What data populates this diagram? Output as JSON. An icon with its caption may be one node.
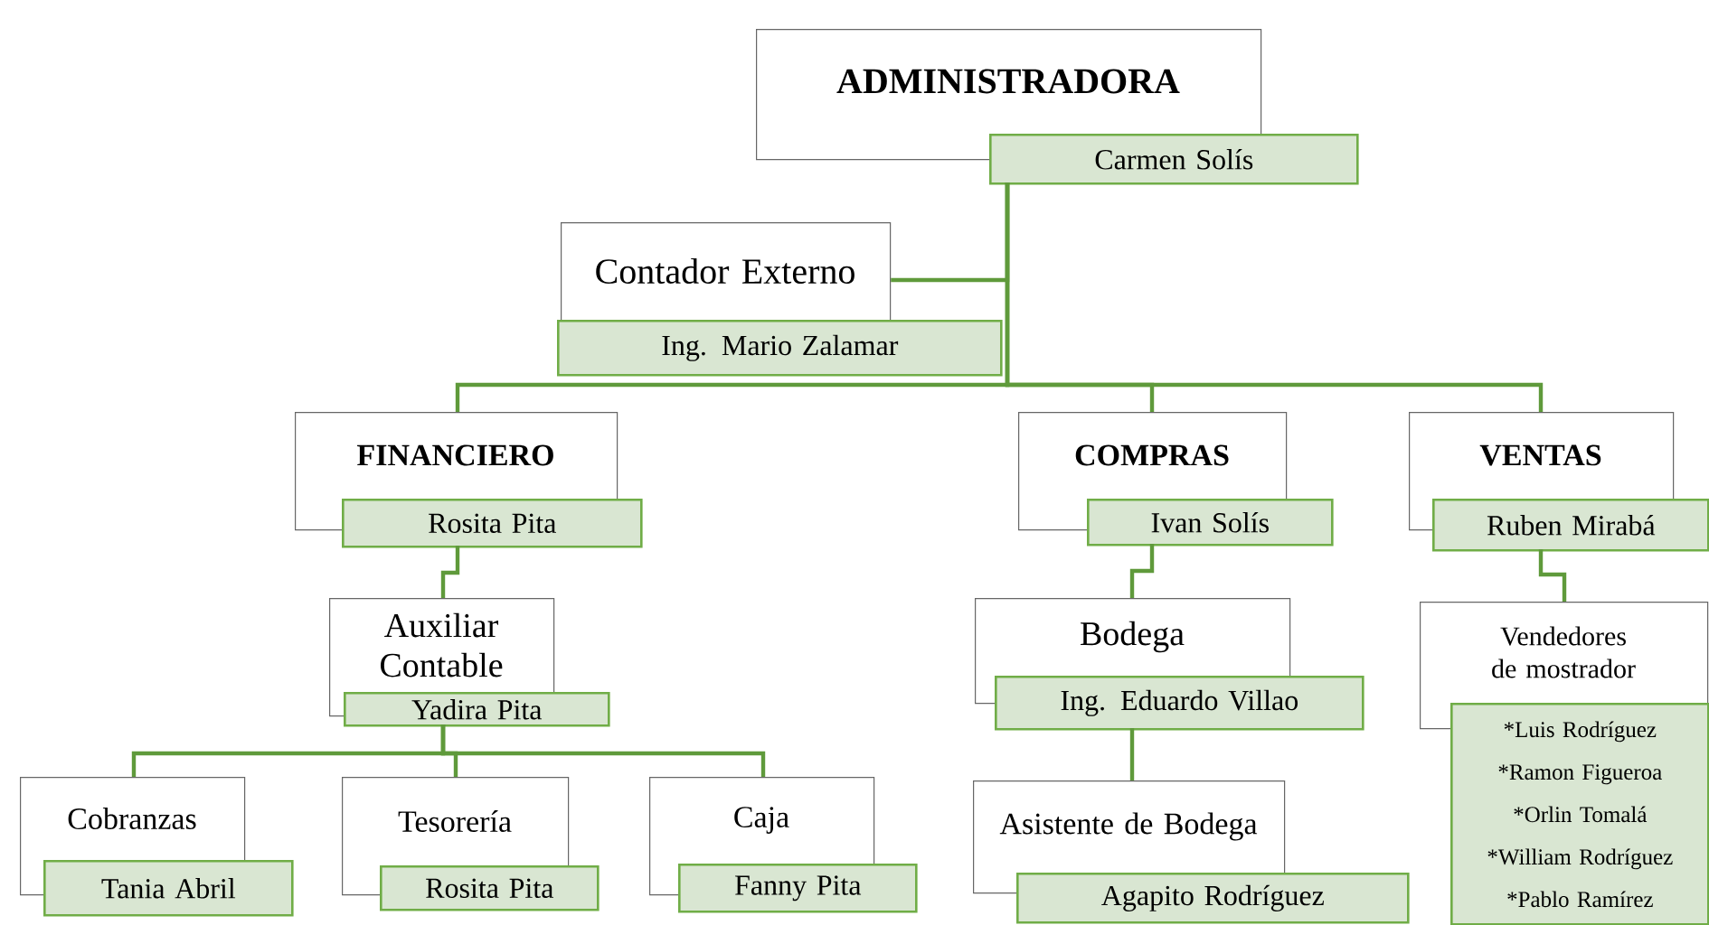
{
  "diagram": {
    "nodes": [
      {
        "text": [
          "ADMINISTRADORA",
          "Carmen Solís"
        ]
      },
      {
        "text": [
          "Contador Externo",
          "Ing. Mario Zalamar"
        ]
      },
      {
        "text": [
          "FINANCIERO",
          "Rosita Pita"
        ]
      },
      {
        "text": [
          "Auxiliar Contable",
          "Yadira Pita"
        ]
      },
      {
        "text": [
          "Cobranzas",
          "Tania Abril"
        ]
      },
      {
        "text": [
          "Tesorería",
          "Rosita Pita"
        ]
      },
      {
        "text": [
          "Caja",
          "Fanny Pita"
        ]
      },
      {
        "text": [
          "COMPRAS",
          "Ivan Solís"
        ]
      },
      {
        "text": [
          "Bodega",
          "Ing. Eduardo Villao"
        ]
      },
      {
        "text": [
          "Asistente de Bodega",
          "Agapito Rodríguez"
        ]
      },
      {
        "text": [
          "VENTAS",
          "Ruben Mirabá"
        ]
      },
      {
        "text": [
          "Vendedores de mostrador",
          "*Luis Rodríguez",
          "*Ramon Figueroa",
          "*Orlin Tomalá",
          "*William Rodríguez",
          "*Pablo Ramírez"
        ]
      }
    ],
    "edges": [
      {
        "from": 0,
        "to": 1,
        "arrow": "none"
      },
      {
        "from": 0,
        "to": 2,
        "arrow": "none"
      },
      {
        "from": 0,
        "to": 7,
        "arrow": "none"
      },
      {
        "from": 0,
        "to": 10,
        "arrow": "none"
      },
      {
        "from": 2,
        "to": 3,
        "arrow": "none"
      },
      {
        "from": 3,
        "to": 4,
        "arrow": "none"
      },
      {
        "from": 3,
        "to": 5,
        "arrow": "none"
      },
      {
        "from": 3,
        "to": 6,
        "arrow": "none"
      },
      {
        "from": 7,
        "to": 8,
        "arrow": "none"
      },
      {
        "from": 8,
        "to": 9,
        "arrow": "none"
      },
      {
        "from": 10,
        "to": 11,
        "arrow": "none"
      }
    ]
  }
}
